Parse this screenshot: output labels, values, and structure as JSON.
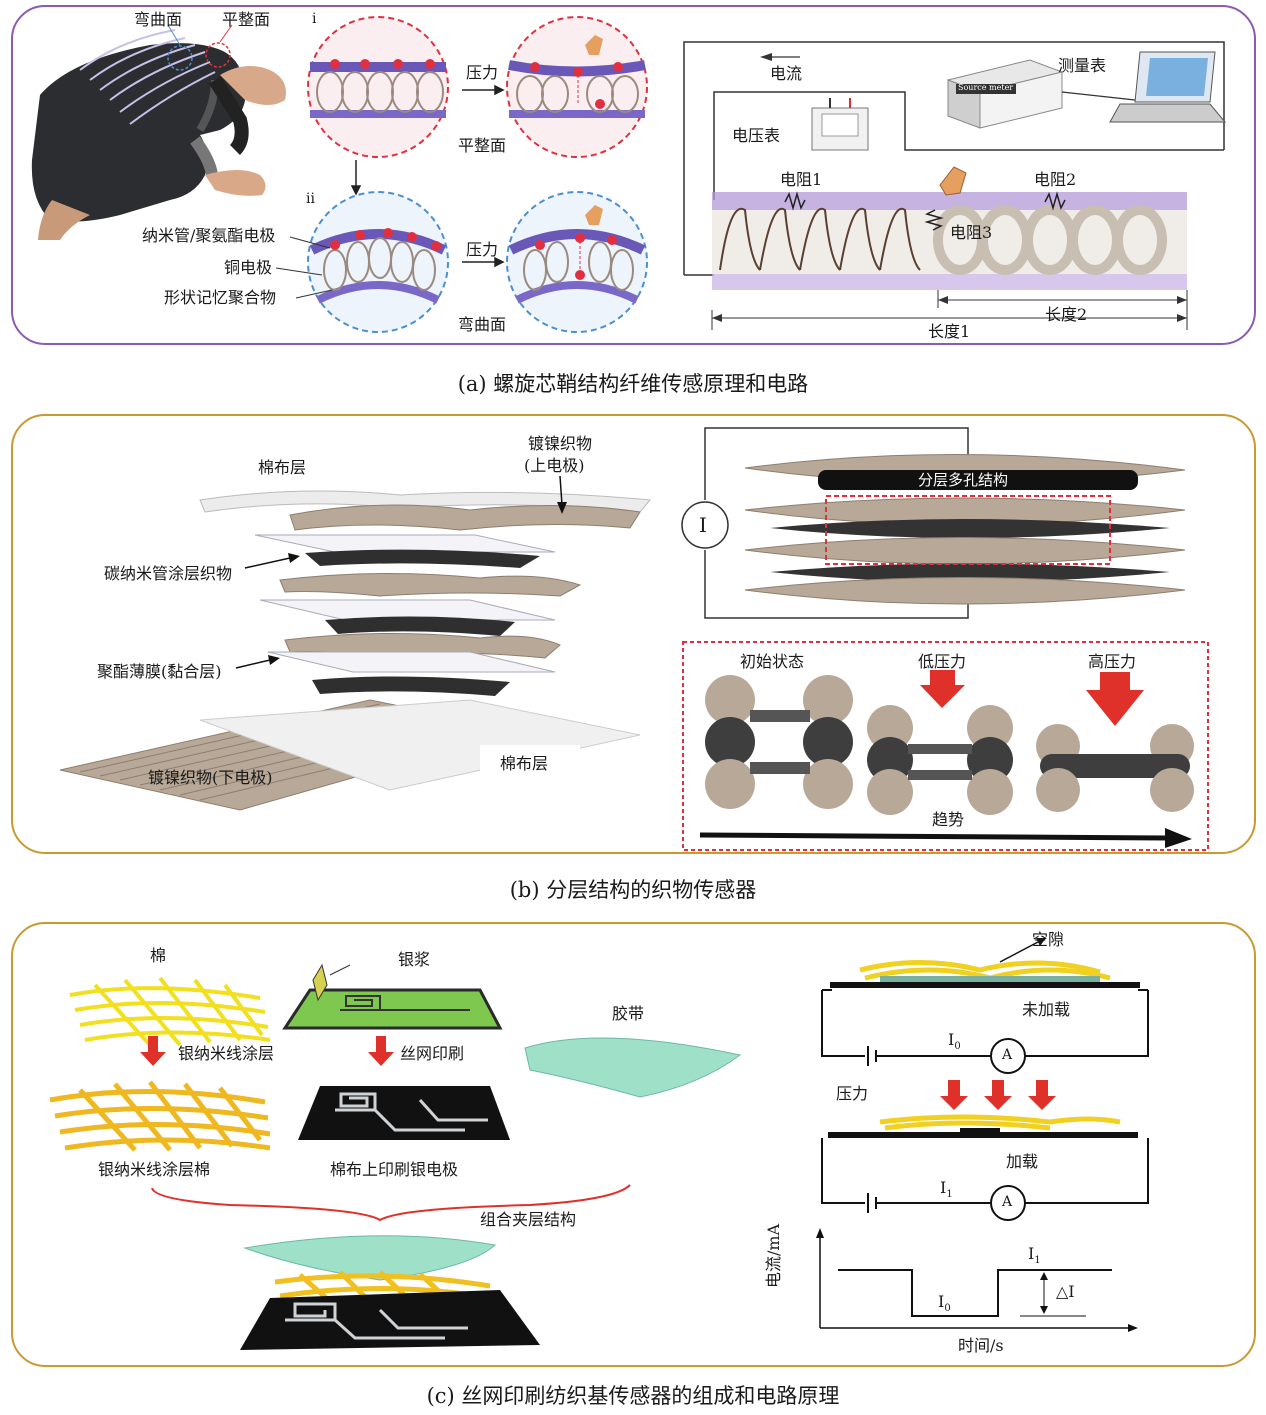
{
  "panel_a": {
    "caption": "(a) 螺旋芯鞘结构纤维传感原理和电路",
    "labels": {
      "curved_surface_top": "弯曲面",
      "flat_surface_top": "平整面",
      "roman_i": "i",
      "roman_ii": "ii",
      "pressure_1": "压力",
      "pressure_2": "压力",
      "flat_surface": "平整面",
      "curved_surface": "弯曲面",
      "nanotube_electrode": "纳米管/聚氨酯电极",
      "copper_electrode": "铜电极",
      "shape_memory_polymer": "形状记忆聚合物",
      "current": "电流",
      "meter": "测量表",
      "voltmeter": "电压表",
      "resistor_1": "电阻1",
      "resistor_2": "电阻2",
      "resistor_3": "电阻3",
      "length_2": "长度2",
      "length_1": "长度1",
      "source_meter_text": "Source meter"
    }
  },
  "panel_b": {
    "caption": "(b) 分层结构的织物传感器",
    "labels": {
      "cotton_layer_top": "棉布层",
      "nickel_fabric_top_1": "镀镍织物",
      "nickel_fabric_top_2": "(上电极)",
      "cnt_fabric": "碳纳米管涂层织物",
      "polyester_film": "聚酯薄膜(黏合层)",
      "nickel_fabric_bottom": "镀镍织物(下电极)",
      "cotton_layer_bottom": "棉布层",
      "current_symbol": "I",
      "porous_structure": "分层多孔结构",
      "initial_state": "初始状态",
      "low_pressure": "低压力",
      "high_pressure": "高压力",
      "trend": "趋势"
    }
  },
  "panel_c": {
    "caption": "(c) 丝网印刷纺织基传感器的组成和电路原理",
    "labels": {
      "cotton": "棉",
      "silver_paste": "银浆",
      "tape": "胶带",
      "agnw_coating": "银纳米线涂层",
      "screen_print": "丝网印刷",
      "agnw_cotton": "银纳米线涂层棉",
      "printed_electrode": "棉布上印刷银电极",
      "sandwich": "组合夹层结构",
      "gap": "空隙",
      "unloaded": "未加载",
      "pressure": "压力",
      "loaded": "加载",
      "ammeter": "A",
      "i0_main": "I",
      "i0_sub": "0",
      "i1_main": "I",
      "i1_sub": "1",
      "graph_ylabel": "电流/mA",
      "graph_xlabel": "时间/s",
      "graph_i1_main": "I",
      "graph_i1_sub": "1",
      "graph_i0_main": "I",
      "graph_i0_sub": "0",
      "delta_i": "△I"
    }
  },
  "colors": {
    "panel_a_border": "#8a5ab4",
    "panel_bc_border": "#c99a30",
    "red_dashed": "#e03040",
    "blue_dashed": "#4a90d0",
    "fabric_tan": "#b8a898",
    "dark_fabric": "#3a3a3a",
    "yellow_fiber": "#f2d21e",
    "green_board": "#7ec850",
    "red_arrow": "#e0302a"
  }
}
